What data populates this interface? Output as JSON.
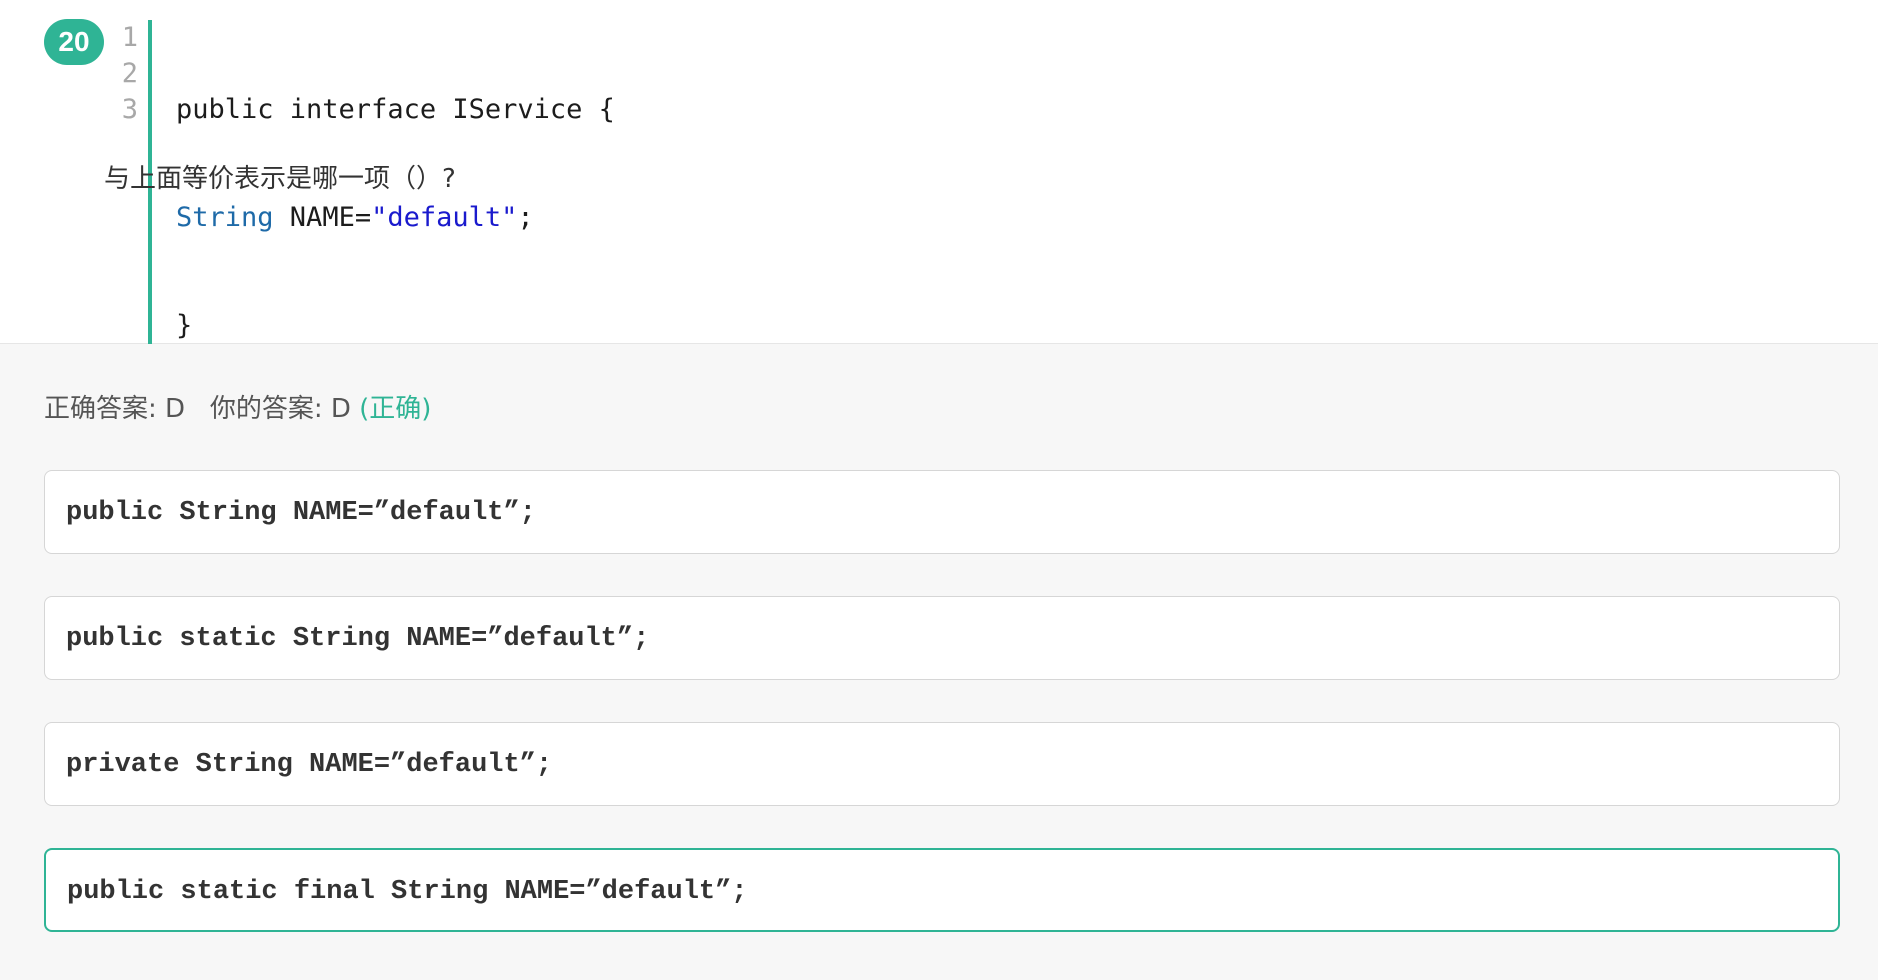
{
  "question": {
    "number": "20",
    "code": {
      "line_numbers": [
        "1",
        "2",
        "3"
      ],
      "line1": "public interface IService {",
      "line2_type": "String",
      "line2_mid": " NAME=",
      "line2_string": "\"default\"",
      "line2_end": ";",
      "line3": "}"
    },
    "prompt": "与上面等价表示是哪一项（）?"
  },
  "result": {
    "correct_label": "正确答案: D",
    "your_label": "你的答案: D",
    "status": "(正确)"
  },
  "options": [
    {
      "text": "public String NAME=”default”;"
    },
    {
      "text": "public static String NAME=”default”;"
    },
    {
      "text": "private String NAME=”default”;"
    },
    {
      "text": "public static final String NAME=”default”;"
    }
  ],
  "colors": {
    "accent": "#2fb495",
    "type_keyword": "#1e6aa8",
    "string_literal": "#1a1acd",
    "answer_background": "#f7f7f7"
  }
}
